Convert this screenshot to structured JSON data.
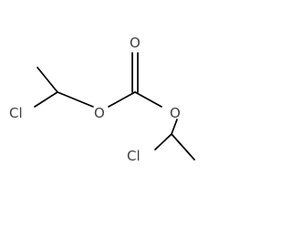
{
  "molecule": {
    "atoms": {
      "cl1": {
        "symbol": "Cl",
        "color": "#404040"
      },
      "o_carbonyl": {
        "symbol": "O",
        "color": "#404040"
      },
      "o_ester1": {
        "symbol": "O",
        "color": "#404040"
      },
      "o_ester2": {
        "symbol": "O",
        "color": "#404040"
      },
      "cl2": {
        "symbol": "Cl",
        "color": "#404040"
      }
    },
    "bond_color": "#000000",
    "bonds": [
      {
        "name": "bond-methyl1-ch1",
        "order": 1
      },
      {
        "name": "bond-ch1-cl1",
        "order": 1
      },
      {
        "name": "bond-ch1-o1",
        "order": 1
      },
      {
        "name": "bond-o1-carbonyl",
        "order": 1
      },
      {
        "name": "bond-carbonyl-o",
        "order": 2
      },
      {
        "name": "bond-carbonyl-o2",
        "order": 1
      },
      {
        "name": "bond-o2-ch2",
        "order": 1
      },
      {
        "name": "bond-ch2-cl2",
        "order": 1
      },
      {
        "name": "bond-ch2-methyl2",
        "order": 1
      }
    ]
  }
}
